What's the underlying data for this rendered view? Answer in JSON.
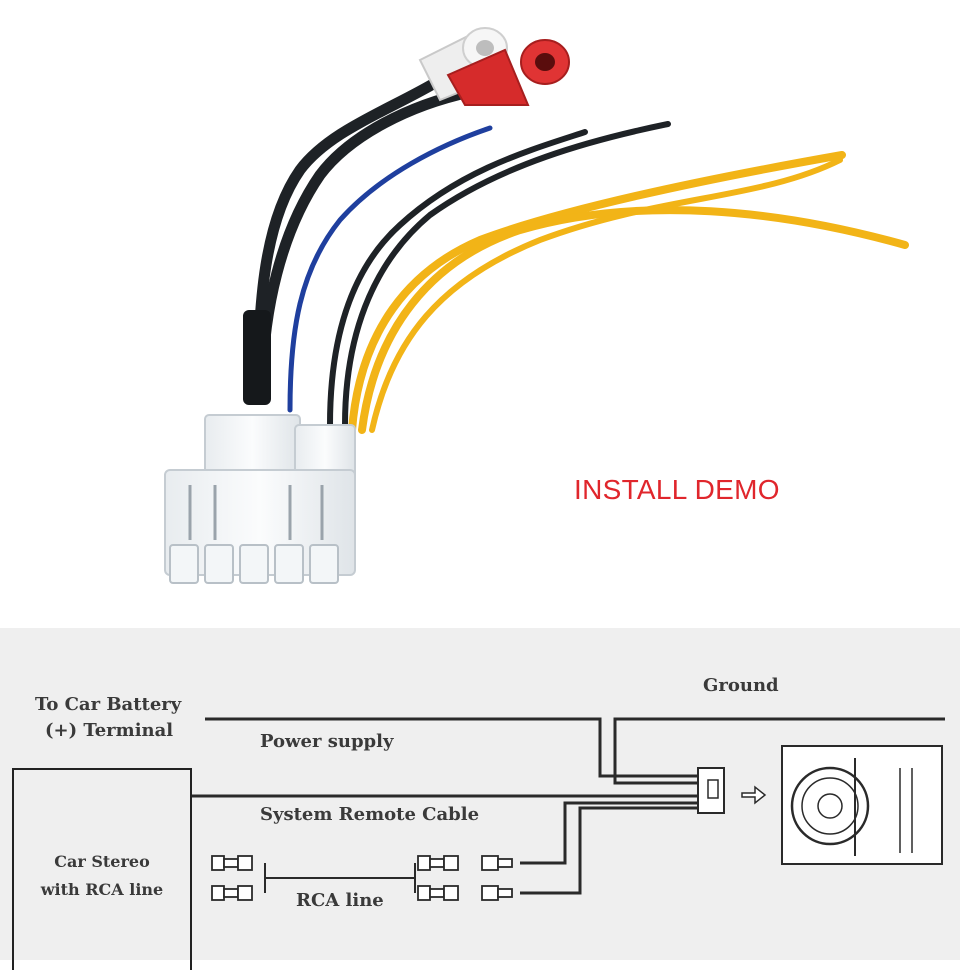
{
  "photo": {
    "demo_label": "INSTALL DEMO",
    "demo_label_color": "#e0262c",
    "wire_colors": {
      "black": "#1e2226",
      "blue": "#1f3f9e",
      "yellow": "#f2b417",
      "red_rca": "#d62b2b",
      "white_rca": "#f2f2f2"
    }
  },
  "diagram": {
    "battery_label_line1": "To Car Battery",
    "battery_label_line2": "(+) Terminal",
    "ground_label": "Ground",
    "power_label": "Power supply",
    "remote_label": "System Remote Cable",
    "rca_label": "RCA line",
    "stereo_line1": "Car Stereo",
    "stereo_line2": "with RCA line"
  }
}
